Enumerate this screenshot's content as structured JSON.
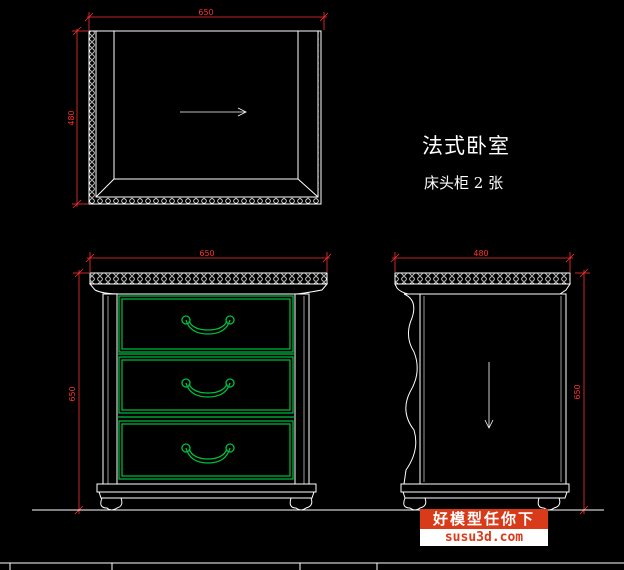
{
  "title": "法式卧室",
  "subtitle": "床头柜 2 张",
  "dimensions": {
    "top_width": "650",
    "top_depth": "480",
    "front_width": "650",
    "front_height": "650",
    "side_depth": "480",
    "side_height": "650"
  },
  "watermark": {
    "line1": "好模型任你下",
    "line2": "susu3d.com"
  },
  "colors": {
    "background": "#000000",
    "outline": "#ffffff",
    "dimension": "#ff3030",
    "drawer": "#00c040",
    "watermark": "#d93a1a"
  }
}
